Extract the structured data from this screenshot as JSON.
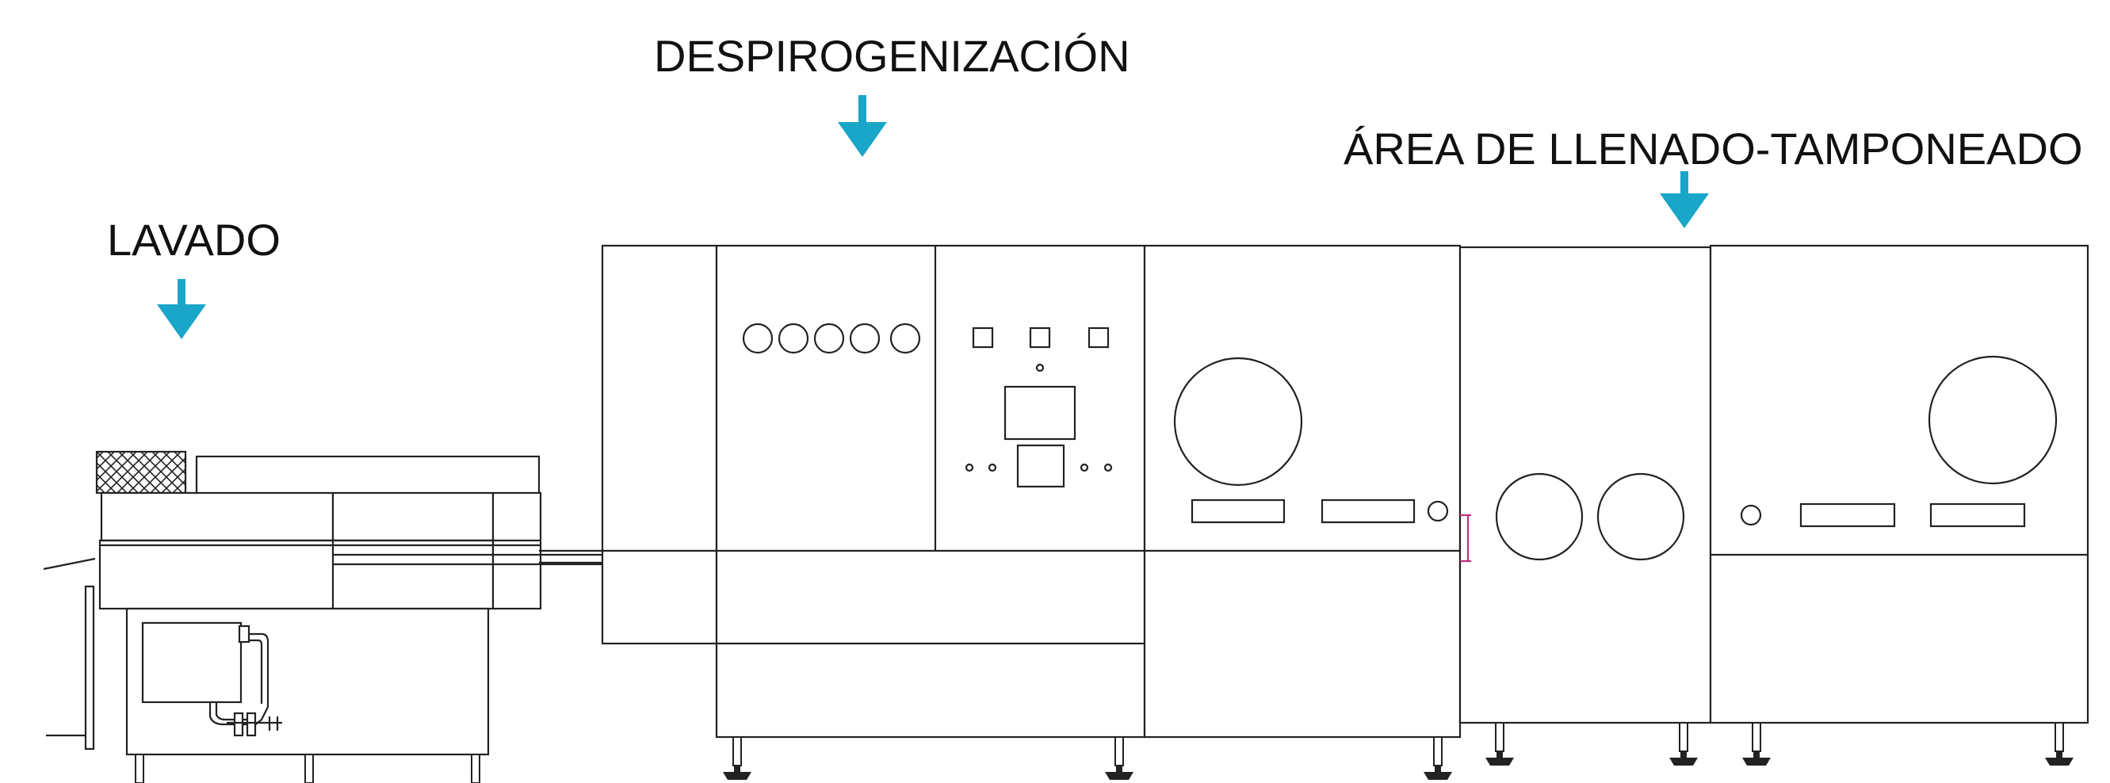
{
  "labels": {
    "washing": "LAVADO",
    "depyrogenation": "DESPIROGENIZACIÓN",
    "filling": "ÁREA DE LLENADO-TAMPONEADO"
  },
  "colors": {
    "arrow": "#1aa6c9",
    "line": "#222222",
    "background": "#ffffff"
  },
  "icons": {
    "pointer": "arrow-down-icon"
  }
}
